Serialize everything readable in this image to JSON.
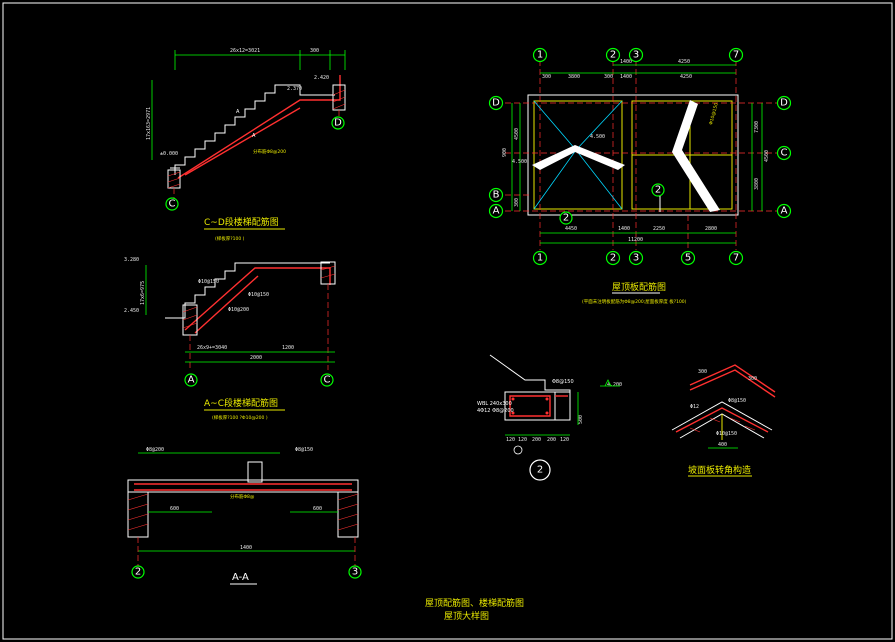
{
  "views": {
    "stair_cd": {
      "title": "C~D段楼梯配筋图",
      "note": "(梯板厚?100 )",
      "dim_top": "26x12=3021",
      "dim_left": "17x163=2971",
      "level_mid": "2.370",
      "level_top": "2.420",
      "level_low": "±0.000",
      "section_marks": [
        "A",
        "A"
      ],
      "axis_left": "C",
      "axis_right": "D",
      "rebar_note": "分布筋Φ8@200"
    },
    "stair_ac": {
      "title": "A~C段楼梯配筋图",
      "note": "(梯板厚?100 ?Φ10@200 )",
      "dim_bottom": "26x9+=3040",
      "dim_b2": "2000",
      "dim_b3": "1200",
      "dim_left": "17x6=975",
      "level_top": "3.280",
      "level_low": "2.450",
      "rebar1": "Φ10@150",
      "rebar2": "Φ10@150",
      "rebar3": "Φ10@200",
      "axis_left": "A",
      "axis_right": "C"
    },
    "section_aa": {
      "title": "A-A",
      "dim_total": "1400",
      "dim_l": "600",
      "dim_r": "600",
      "label_l": "Φ8@200",
      "label_r": "Φ8@150",
      "label_mid": "分布筋Φ8@",
      "axis_left": "2",
      "axis_right": "3"
    },
    "roof_plan": {
      "title": "屋顶板配筋图",
      "note": "(平面未注明板配筋为Φ8@200;屋面板厚度  板?100)",
      "axes_top": [
        "1",
        "2",
        "3",
        "7"
      ],
      "axes_bottom": [
        "1",
        "2",
        "3",
        "5",
        "7"
      ],
      "axes_left": [
        "D",
        "B",
        "A"
      ],
      "axes_right": [
        "D",
        "C",
        "A"
      ],
      "dims_top1": [
        "1400",
        "4250"
      ],
      "dims_top2": [
        "300",
        "3800",
        "300",
        "1400",
        "4250"
      ],
      "dims_bottom": [
        "4450",
        "1400",
        "2250",
        "2800"
      ],
      "dims_bottom_total": "11200",
      "dims_left": [
        "900",
        "4500",
        "300",
        "300"
      ],
      "dims_right": [
        "7300",
        "4500",
        "3800"
      ],
      "labels": [
        "4.500",
        "4.500",
        "2"
      ]
    },
    "detail2": {
      "mark": "2",
      "labels": [
        "WBL 240x300",
        "4Φ12 Φ8@200",
        "Φ8@150",
        "4.200",
        "500"
      ],
      "dims": [
        "120",
        "120",
        "200",
        "200",
        "120"
      ]
    },
    "roof_corner": {
      "title": "坡面板转角构造",
      "labels": [
        "300",
        "300",
        "Φ12",
        "Φ8@150",
        "Φ10@150",
        "400"
      ]
    },
    "sheet_title": {
      "line1": "屋顶配筋图、楼梯配筋图",
      "line2": "屋顶大样图"
    }
  },
  "colors": {
    "background": "#000000",
    "dimension": "#00ff00",
    "rebar": "#ff3030",
    "title": "#e8e800",
    "outline": "#ffffff"
  }
}
